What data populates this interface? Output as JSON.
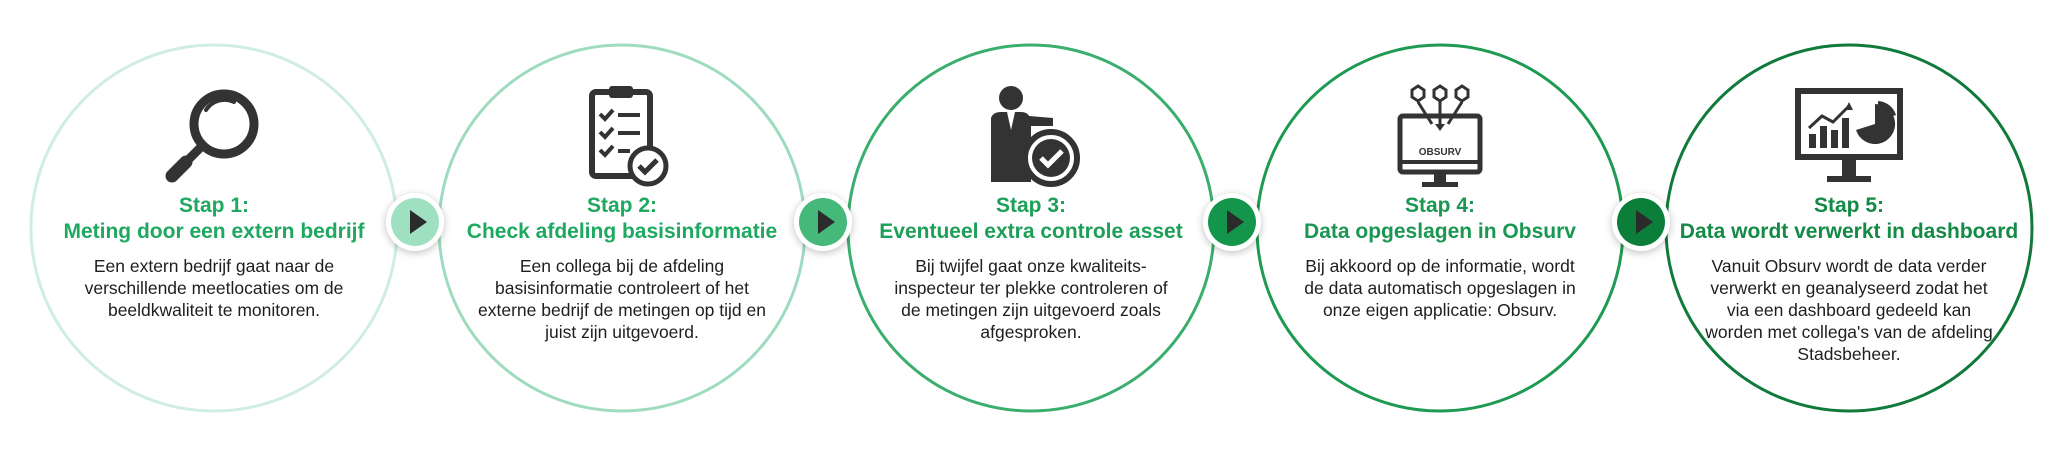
{
  "colors": {
    "ring": [
      "#cfeee1",
      "#9fdcbf",
      "#3aae6d",
      "#1f9a52",
      "#0f7a3a"
    ],
    "heading": [
      "#1ea860",
      "#1ea860",
      "#1d9f58",
      "#1a9752",
      "#138a45"
    ],
    "connector": [
      "#9fe0c1",
      "#45b97a",
      "#13964b",
      "#0b7f3a"
    ],
    "icon": "#333333"
  },
  "steps": [
    {
      "number": "Stap 1:",
      "title": "Meting door een extern bedrijf",
      "description": "Een extern bedrijf gaat naar de verschillende meetlocaties om de beeldkwaliteit te monitoren.",
      "icon": "magnifier-icon"
    },
    {
      "number": "Stap 2:",
      "title": "Check afdeling basisinformatie",
      "description": "Een collega bij de afdeling basisinformatie controleert of het externe bedrijf de metingen op tijd en juist zijn uitgevoerd.",
      "icon": "clipboard-check-icon"
    },
    {
      "number": "Stap 3:",
      "title": "Eventueel extra controle asset",
      "description": "Bij twijfel gaat onze kwaliteits-inspecteur ter plekke controleren of de metingen zijn uitgevoerd zoals afgesproken.",
      "icon": "inspector-check-icon"
    },
    {
      "number": "Stap 4:",
      "title": "Data opgeslagen in Obsurv",
      "description": "Bij akkoord op de informatie, wordt de data automatisch opgeslagen in onze eigen applicatie: Obsurv.",
      "icon": "monitor-data-icon",
      "icon_text": "OBSURV"
    },
    {
      "number": "Stap 5:",
      "title": "Data wordt verwerkt in dashboard",
      "description": "Vanuit Obsurv wordt de data verder verwerkt en geanalyseerd zodat het via een dashboard gedeeld kan worden met collega's van de afdeling Stadsbeheer.",
      "icon": "dashboard-chart-icon"
    }
  ]
}
